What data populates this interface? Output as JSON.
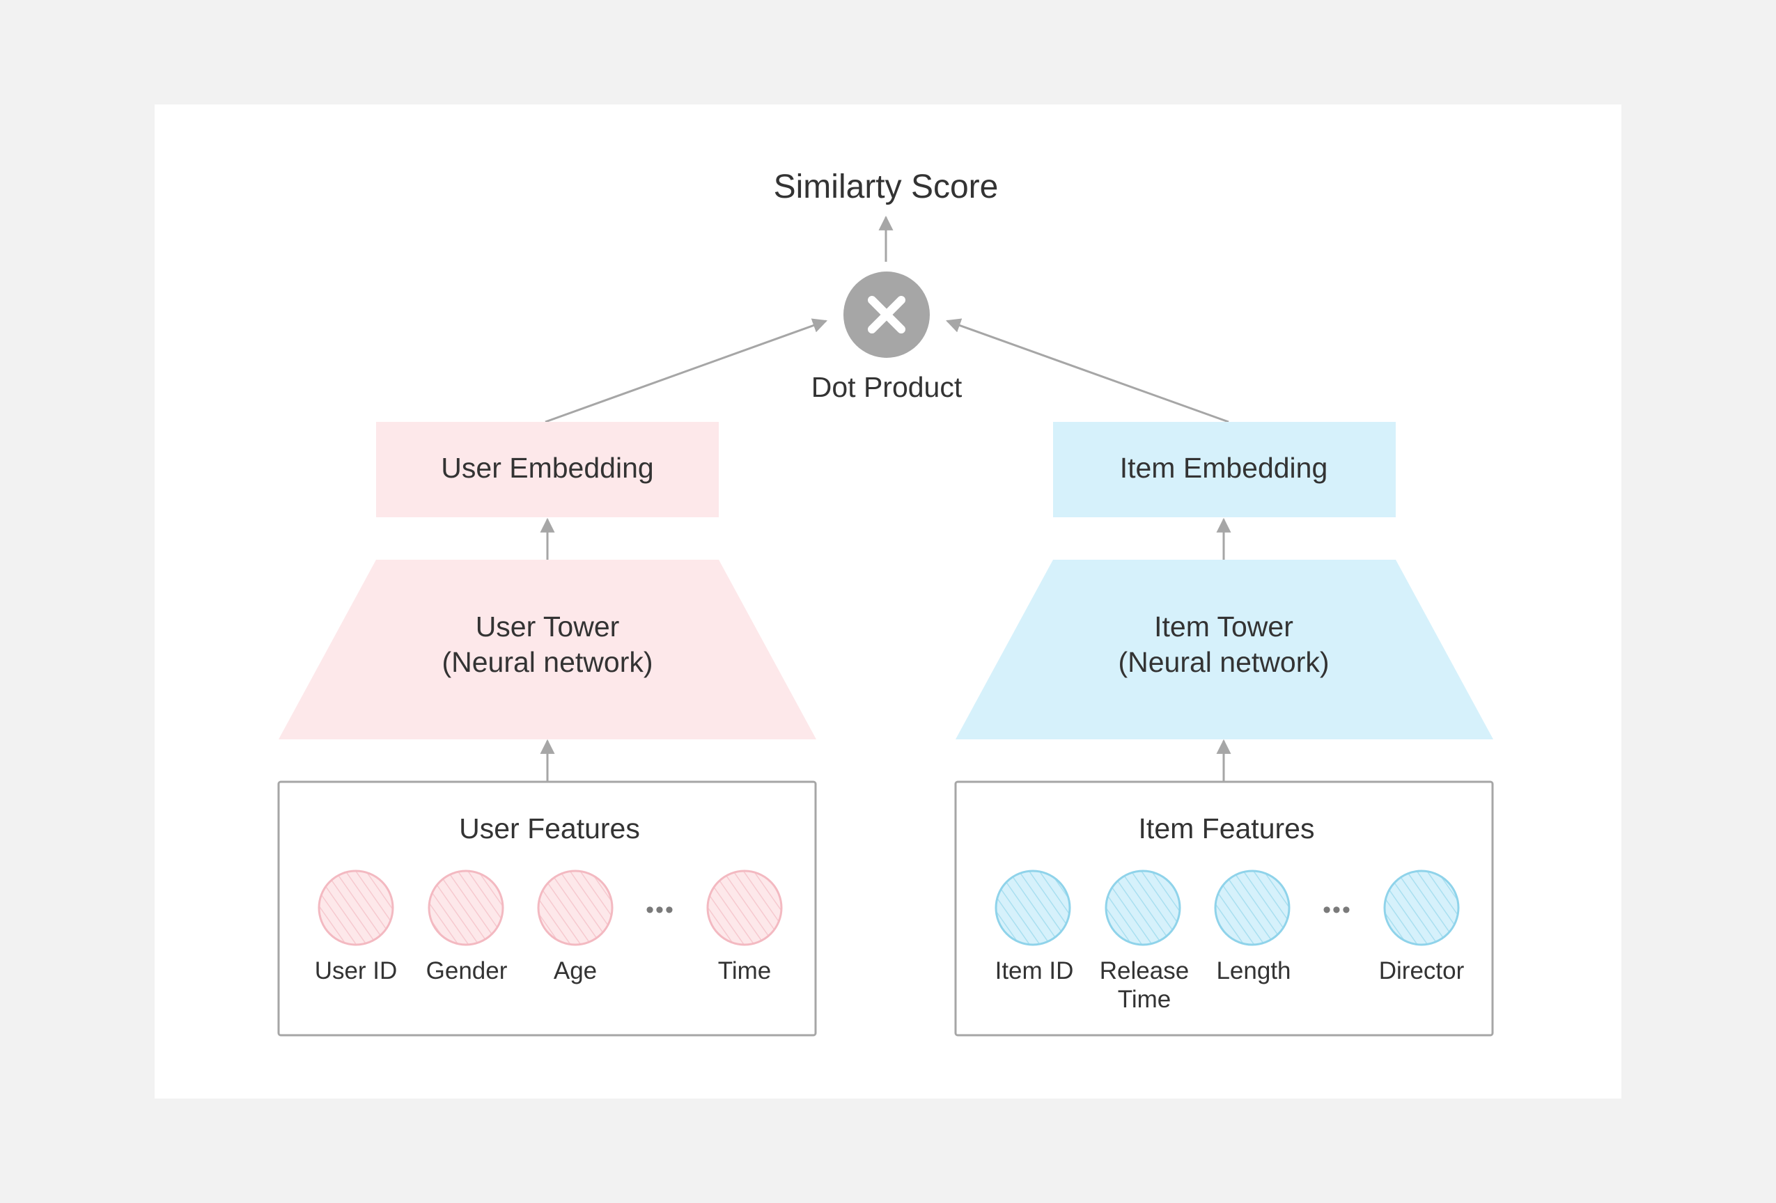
{
  "colors": {
    "background": "#f2f2f2",
    "canvas": "#ffffff",
    "user_fill": "#fde8ea",
    "user_stroke": "#f3b9c1",
    "item_fill": "#d6f1fb",
    "item_stroke": "#8fd3ea",
    "arrow": "#a6a6a6",
    "operator": "#a6a6a6",
    "text": "#333333"
  },
  "output": {
    "label": "Similarty Score"
  },
  "operator": {
    "label": "Dot Product",
    "icon": "multiply-icon"
  },
  "user": {
    "embedding_label": "User Embedding",
    "tower_label_line1": "User Tower",
    "tower_label_line2": "(Neural network)",
    "features_title": "User Features",
    "features": [
      {
        "label": "User ID",
        "label2": ""
      },
      {
        "label": "Gender",
        "label2": ""
      },
      {
        "label": "Age",
        "label2": ""
      },
      {
        "label": "Time",
        "label2": ""
      }
    ],
    "ellipsis": "•••"
  },
  "item": {
    "embedding_label": "Item Embedding",
    "tower_label_line1": "Item Tower",
    "tower_label_line2": "(Neural network)",
    "features_title": "Item Features",
    "features": [
      {
        "label": "Item ID",
        "label2": ""
      },
      {
        "label": "Release",
        "label2": "Time"
      },
      {
        "label": "Length",
        "label2": ""
      },
      {
        "label": "Director",
        "label2": ""
      }
    ],
    "ellipsis": "•••"
  }
}
